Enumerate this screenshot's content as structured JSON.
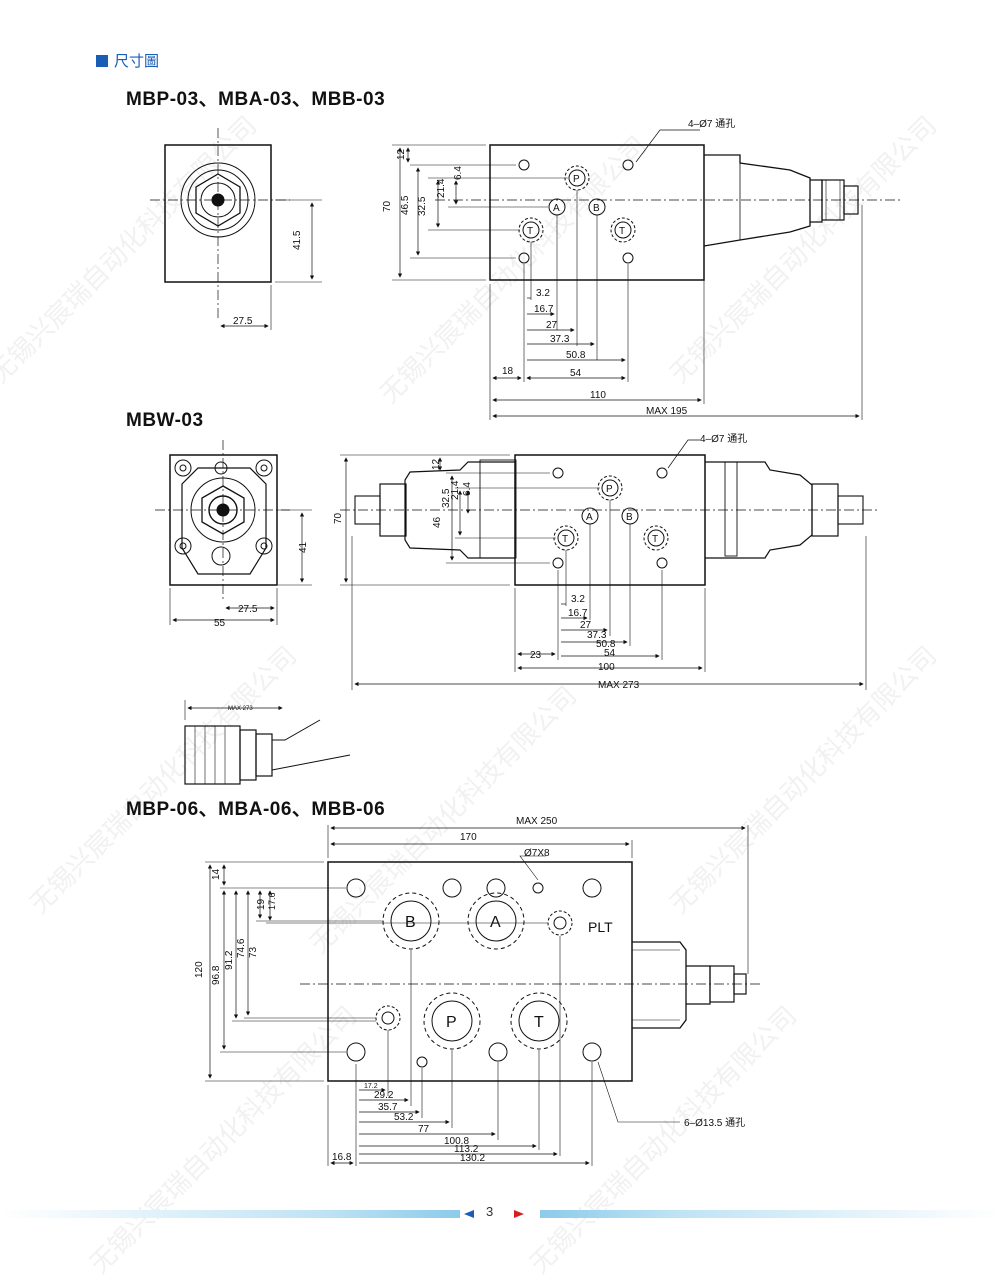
{
  "header": {
    "title": "尺寸圖"
  },
  "sections": {
    "s1": "MBP-03、MBA-03、MBB-03",
    "s2": "MBW-03",
    "s3": "MBP-06、MBA-06、MBB-06"
  },
  "page_number": "3",
  "watermark": "无锡兴宸瑞自动化科技有限公司",
  "d1": {
    "holes": "4–Ø7 通孔",
    "h_41_5": "41.5",
    "w_27_5": "27.5",
    "v_70": "70",
    "v_46_5": "46.5",
    "v_32_5": "32.5",
    "v_21_4": "21.4",
    "v_12": "12",
    "v_6_4": "6.4",
    "port_p": "P",
    "port_a": "A",
    "port_b": "B",
    "port_t": "T",
    "b_3_2": "3.2",
    "b_16_7": "16.7",
    "b_27": "27",
    "b_37_3": "37.3",
    "b_50_8": "50.8",
    "b_18": "18",
    "b_54": "54",
    "b_110": "110",
    "b_max195": "MAX 195"
  },
  "d2": {
    "holes": "4–Ø7 通孔",
    "v_41": "41",
    "w_27_5": "27.5",
    "w_55": "55",
    "v_70": "70",
    "v_46": "46",
    "v_32_5": "32.5",
    "v_21_4": "21.4",
    "v_12": "12",
    "v_6_4": "6.4",
    "port_p": "P",
    "port_a": "A",
    "port_b": "B",
    "port_t": "T",
    "b_3_2": "3.2",
    "b_16_7": "16.7",
    "b_27": "27",
    "b_37_3": "37.3",
    "b_50_8": "50.8",
    "b_54": "54",
    "b_23": "23",
    "b_100": "100",
    "b_max273": "MAX 273",
    "side_max273": "MAX 273"
  },
  "d3": {
    "max250": "MAX 250",
    "w170": "170",
    "hole7": "Ø7X8",
    "plt": "PLT",
    "port_b": "B",
    "port_a": "A",
    "port_p": "P",
    "port_t": "T",
    "v_14": "14",
    "v_120": "120",
    "v_96_8": "96.8",
    "v_91_2": "91.2",
    "v_74_6": "74.6",
    "v_73": "73",
    "v_19": "19",
    "v_17_6": "17.6",
    "b_17_2": "17.2",
    "b_29_2": "29.2",
    "b_35_7": "35.7",
    "b_53_2": "53.2",
    "b_77": "77",
    "b_100_8": "100.8",
    "b_113_2": "113.2",
    "b_130_2": "130.2",
    "b_16_8": "16.8",
    "holes": "6–Ø13.5 通孔"
  }
}
